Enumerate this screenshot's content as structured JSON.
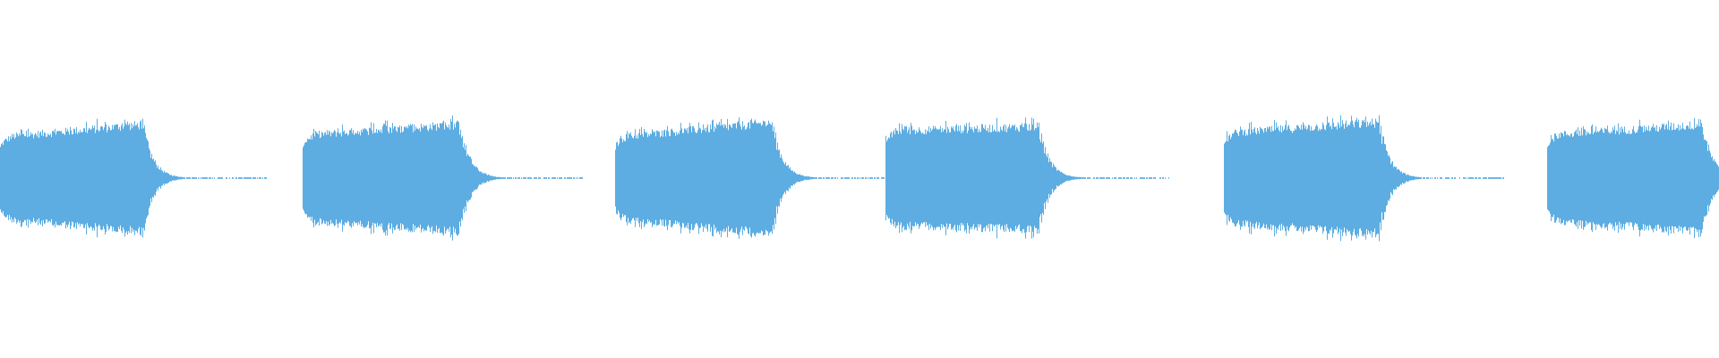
{
  "chart_data": {
    "type": "waveform",
    "color": "#5dade2",
    "background": "#ffffff",
    "axes": "none",
    "grid": false,
    "amplitude_range": [
      -1,
      1
    ],
    "bursts": [
      {
        "start": 0.0,
        "sustain_end": 0.083,
        "tail_end": 0.157,
        "amp_start": 0.38,
        "amp_end": 0.5
      },
      {
        "start": 0.176,
        "sustain_end": 0.267,
        "tail_end": 0.339,
        "amp_start": 0.4,
        "amp_end": 0.5
      },
      {
        "start": 0.358,
        "sustain_end": 0.449,
        "tail_end": 0.515,
        "amp_start": 0.38,
        "amp_end": 0.52
      },
      {
        "start": 0.515,
        "sustain_end": 0.604,
        "tail_end": 0.68,
        "amp_start": 0.44,
        "amp_end": 0.48
      },
      {
        "start": 0.712,
        "sustain_end": 0.802,
        "tail_end": 0.875,
        "amp_start": 0.42,
        "amp_end": 0.52
      },
      {
        "start": 0.9,
        "sustain_end": 0.99,
        "tail_end": 1.0,
        "amp_start": 0.4,
        "amp_end": 0.5
      }
    ]
  }
}
